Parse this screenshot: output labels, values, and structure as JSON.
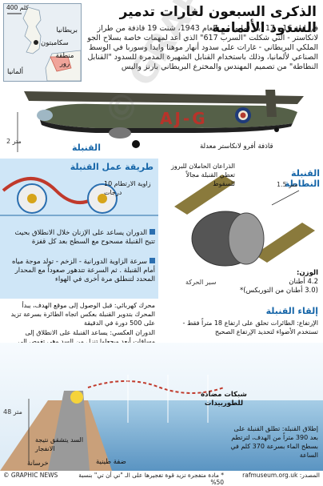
{
  "title": "الذكرى السبعون لغارات تدمير السدود الألمانية",
  "intro": "في ليلة 16 - 17 أيار (مايو) من العام 1943، شنت 19 قاذفة من طراز لانكاستر - التي شكلت \"السرب 617\" الذي أعد لمهمات خاصة بسلاح الجو الملكي البريطاني - غارات على سدود أنهار موهنا وايدا وسوربا في الوسط الصناعي لألمانيا، وذلك باستخدام القنابل الشهيرة المدمرة للسدود \"القنابل النطاطة\" من تصميم المهندس والمخترع البريطاني بارنز واليس",
  "map": {
    "scale": "400 كلم",
    "britain": "بريطانيا",
    "scampton": "سكامبتون",
    "ruhr": "منطقة رور",
    "germany": "ألمانيا"
  },
  "plane": {
    "caption": "قاذفة أفرو لانكاستر معدلة",
    "bomb_label": "القنبلة",
    "height_label": "2 متر",
    "code": "AJ-G"
  },
  "how": {
    "heading": "طريقة عمل القنبلة",
    "angle": "زاوية الارتطام 10 درجات",
    "text1": "الدوران يساعد على الإزنان خلال الانطلاق بحيث تتيح القنبلة مسحوح مع السطح بعد كل قفزة",
    "text2": "سرعة الزاوية الدورانية - الزخم - تولد موجة مياه أمام القنبلة . ثم السرعة تتدهور صعوداً مع المحدار المحدد لتنطلق مرة أخرى في الهواء",
    "motor": "محرك كهربائي: قبل الوصول إلى موقع الهدف، يبدأ المحرك بتدوير القنبلة بعكس اتجاه الطائرة بسرعة تزيد على 500 دورة في الدقيقة",
    "reverse": "الدوران العكسي: يساعد القنبلة على الانطلاق إلى مسافات أبعد ويجعلها تنزل من السد وهي تغوص إلى الأسفل"
  },
  "bomb": {
    "heading": "القنبلة النطاطة",
    "arms": "الذراعان الحاملان للبروز تعطي القنبلة مجالاً للسقوط",
    "width": "1.5 متر",
    "belt": "سير الحركة",
    "weight_label": "الوزن:",
    "weight": "4.2 أطنان",
    "explosive": "(3.0 أطنان من التوربكس)*"
  },
  "drop": {
    "heading": "إلقاء القنبلة",
    "altitude": "الإرتفاع: الطائرات تحلق على ارتفاع 18 متراً فقط - تستخدم الأضواء لتحديد الإرتفاع الصحيح",
    "nets": "شبكات مضادة للطوربيدات",
    "release": "إطلاق القنبلة: تطلق القنبلة على بعد 390 متراً من الهدف، لترتطم بسطح الماء بسرعة 370 كلم في الساعة",
    "dam_height": "48 متر",
    "dam_hit": "السد يتشقق نتيجة الانفجار",
    "concrete": "خرسانة",
    "earth": "ضفة طينية"
  },
  "footer": {
    "source": "المصدر: rafmuseum.org.uk",
    "note": "* مادة متفجرة تزيد قوة تفجيرها على الـ \"تي أن تي\" بنسبة 50%",
    "credit": "© GRAPHIC NEWS"
  },
  "watermark": "© GRAPHIC NEWS",
  "colors": {
    "accent": "#1565a8",
    "sky": "#cfe6f7",
    "water": "#5a94c2",
    "dam": "#c9a07a"
  }
}
